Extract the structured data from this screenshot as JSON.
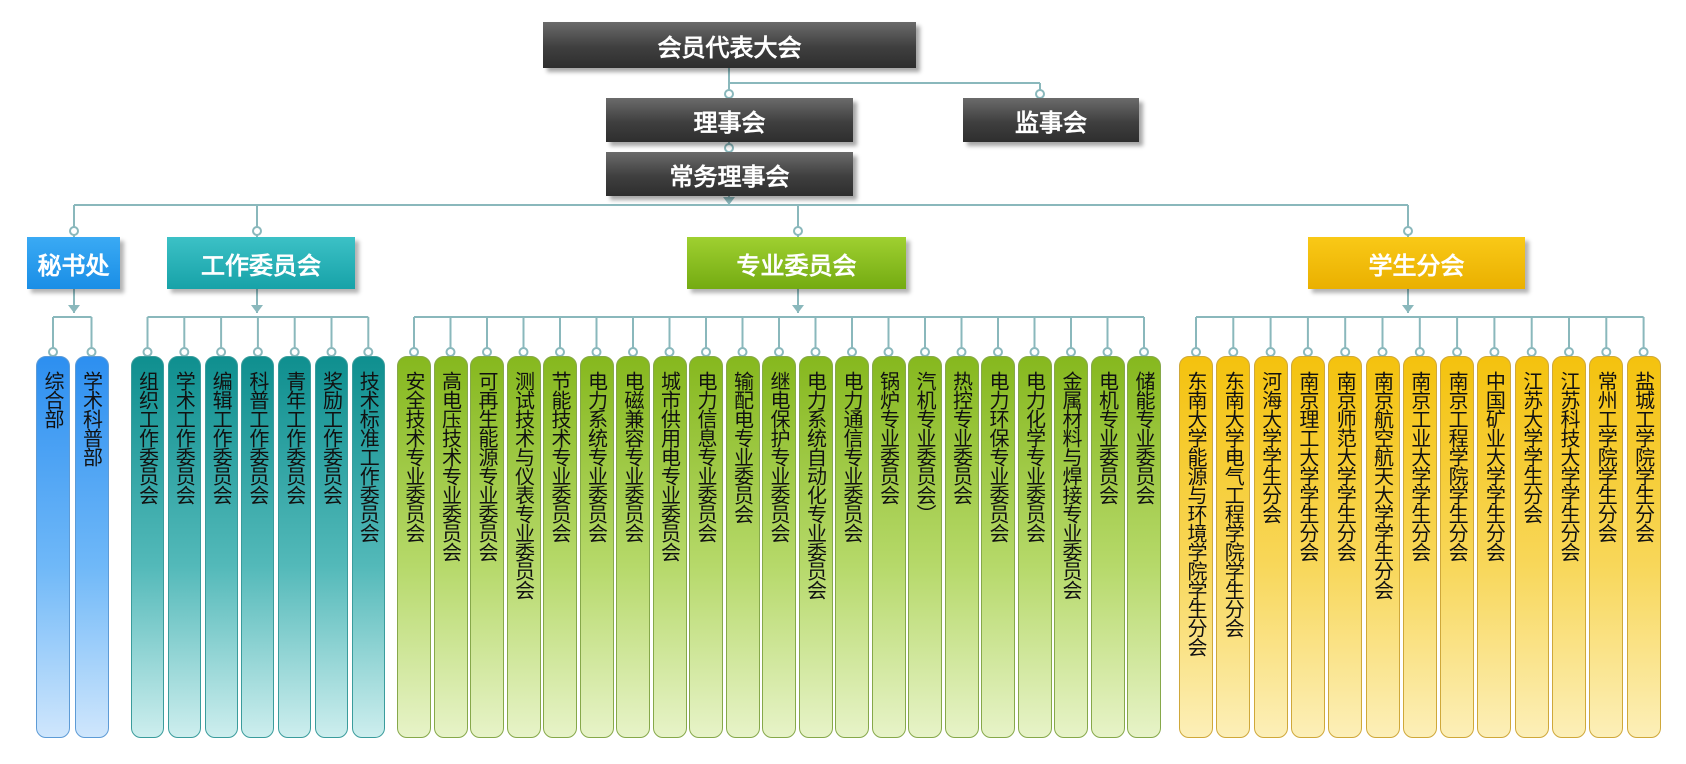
{
  "nodes": {
    "assembly": "会员代表大会",
    "council": "理事会",
    "supervisory": "监事会",
    "standing": "常务理事会"
  },
  "colors": {
    "connector": "#8ab8bc",
    "secretariat": "#1a8ee6",
    "work": "#17a2a8",
    "professional": "#74ab12",
    "student": "#eab000"
  },
  "groups": [
    {
      "label": "秘书处",
      "theme": "blue",
      "items": [
        "综合部",
        "学术科普部"
      ]
    },
    {
      "label": "工作委员会",
      "theme": "teal",
      "items": [
        "组织工作委员会",
        "学术工作委员会",
        "编辑工作委员会",
        "科普工作委员会",
        "青年工作委员会",
        "奖励工作委员会",
        "技术标准工作委员会"
      ]
    },
    {
      "label": "专业委员会",
      "theme": "green",
      "items": [
        "安全技术专业委员会",
        "高电压技术专业委员会",
        "可再生能源专业委员会",
        "测试技术与仪表专业委员会",
        "节能技术专业委员会",
        "电力系统专业委员会",
        "电磁兼容专业委员会",
        "城市供用电专业委员会",
        "电力信息专业委员会",
        "输配电专业委员会",
        "继电保护专业委员会",
        "电力系统自动化专业委员会",
        "电力通信专业委员会",
        "锅炉专业委员会",
        "汽机专业委员会）",
        "热控专业委员会",
        "电力环保专业委员会",
        "电力化学专业委员会",
        "金属材料与焊接专业委员会",
        "电机专业委员会",
        "储能专业委员会"
      ]
    },
    {
      "label": "学生分会",
      "theme": "gold",
      "items": [
        "东南大学能源与环境学院学生分会",
        "东南大学电气工程学院学生分会",
        "河海大学学生分会",
        "南京理工大学学生分会",
        "南京师范大学学生分会",
        "南京航空航天大学学生分会",
        "南京工业大学学生分会",
        "南京工程学院学生分会",
        "中国矿业大学学生分会",
        "江苏大学学生分会",
        "江苏科技大学学生分会",
        "常州工学院学生分会",
        "盐城工学院学生分会"
      ]
    }
  ]
}
